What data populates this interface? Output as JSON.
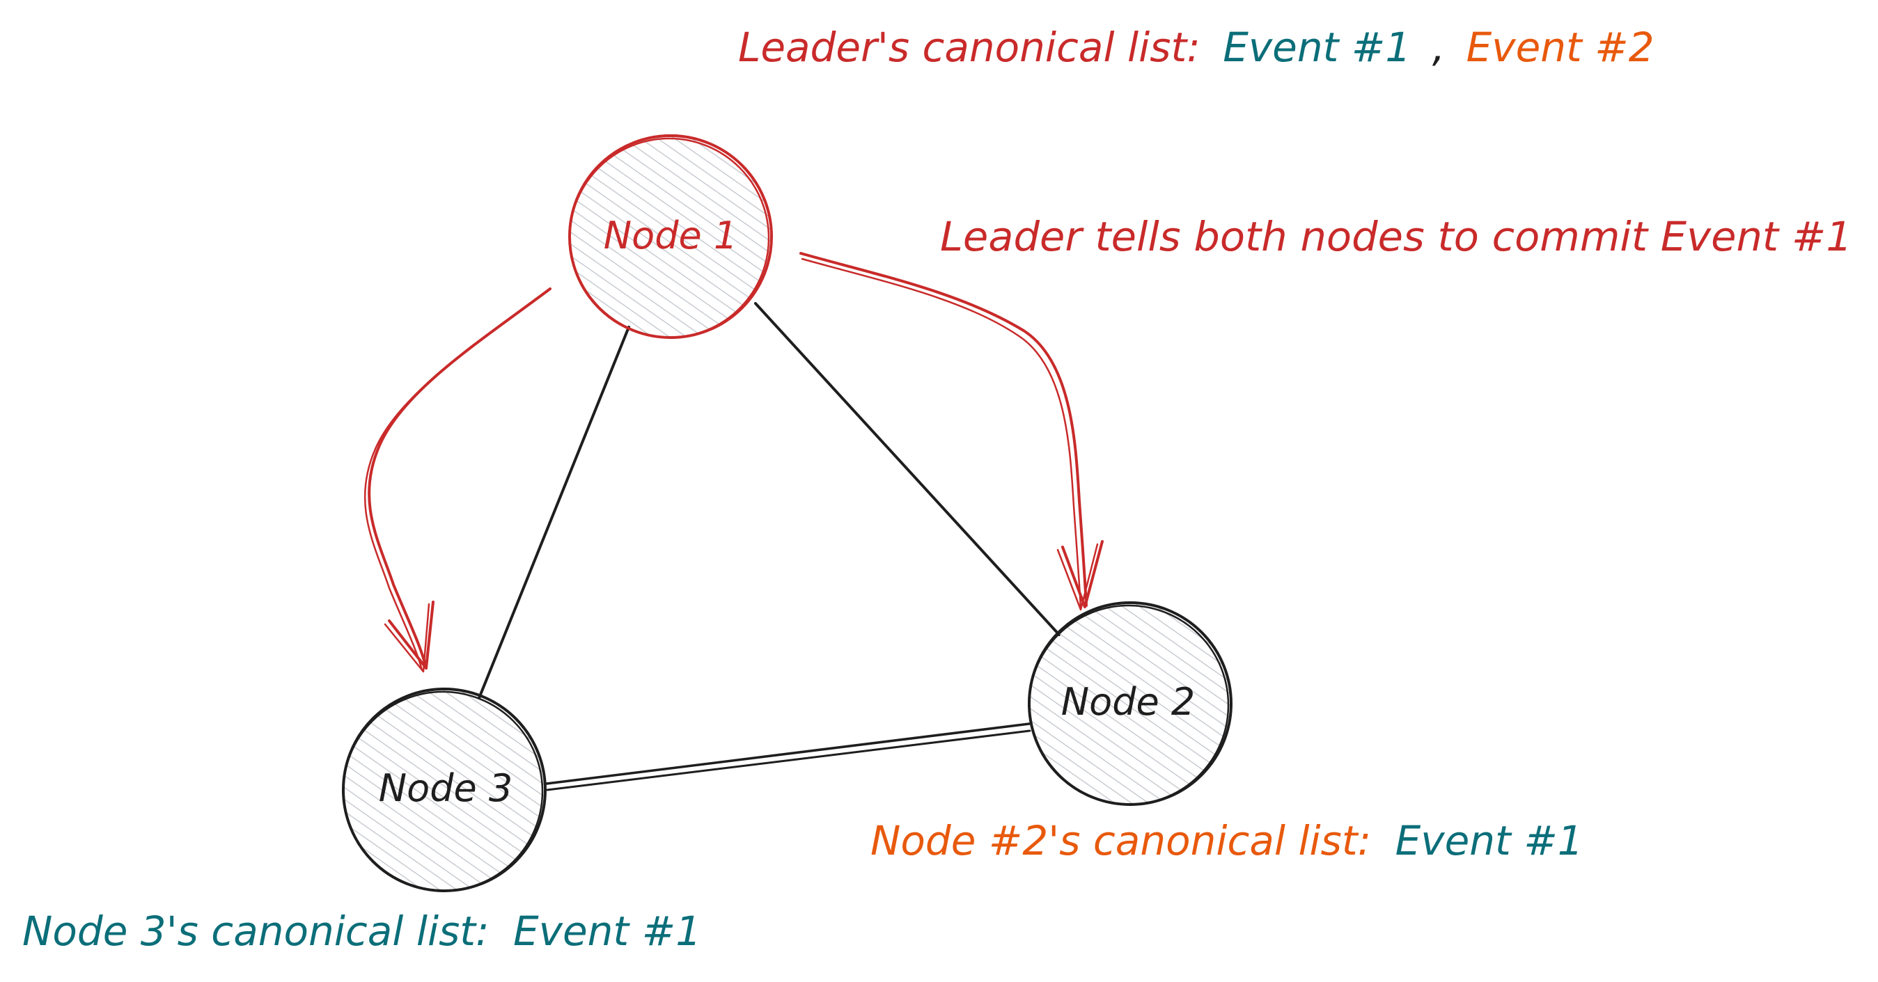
{
  "colors": {
    "red": "#c92a2a",
    "teal": "#0b6e79",
    "orange": "#e8590c",
    "black": "#1e1e1e",
    "hatch": "#c8ccd2",
    "background": "#ffffff"
  },
  "leader_list": {
    "prefix": "Leader's canonical list:",
    "event1": "Event #1",
    "separator": ",",
    "event2": "Event #2"
  },
  "commit_message": "Leader tells both nodes to commit Event #1",
  "nodes": {
    "node1": {
      "label": "Node 1"
    },
    "node2": {
      "label": "Node 2"
    },
    "node3": {
      "label": "Node 3"
    }
  },
  "node2_list": {
    "prefix": "Node #2's canonical list:",
    "event1": "Event #1"
  },
  "node3_list": {
    "prefix": "Node 3's canonical list:",
    "event1": "Event #1"
  }
}
